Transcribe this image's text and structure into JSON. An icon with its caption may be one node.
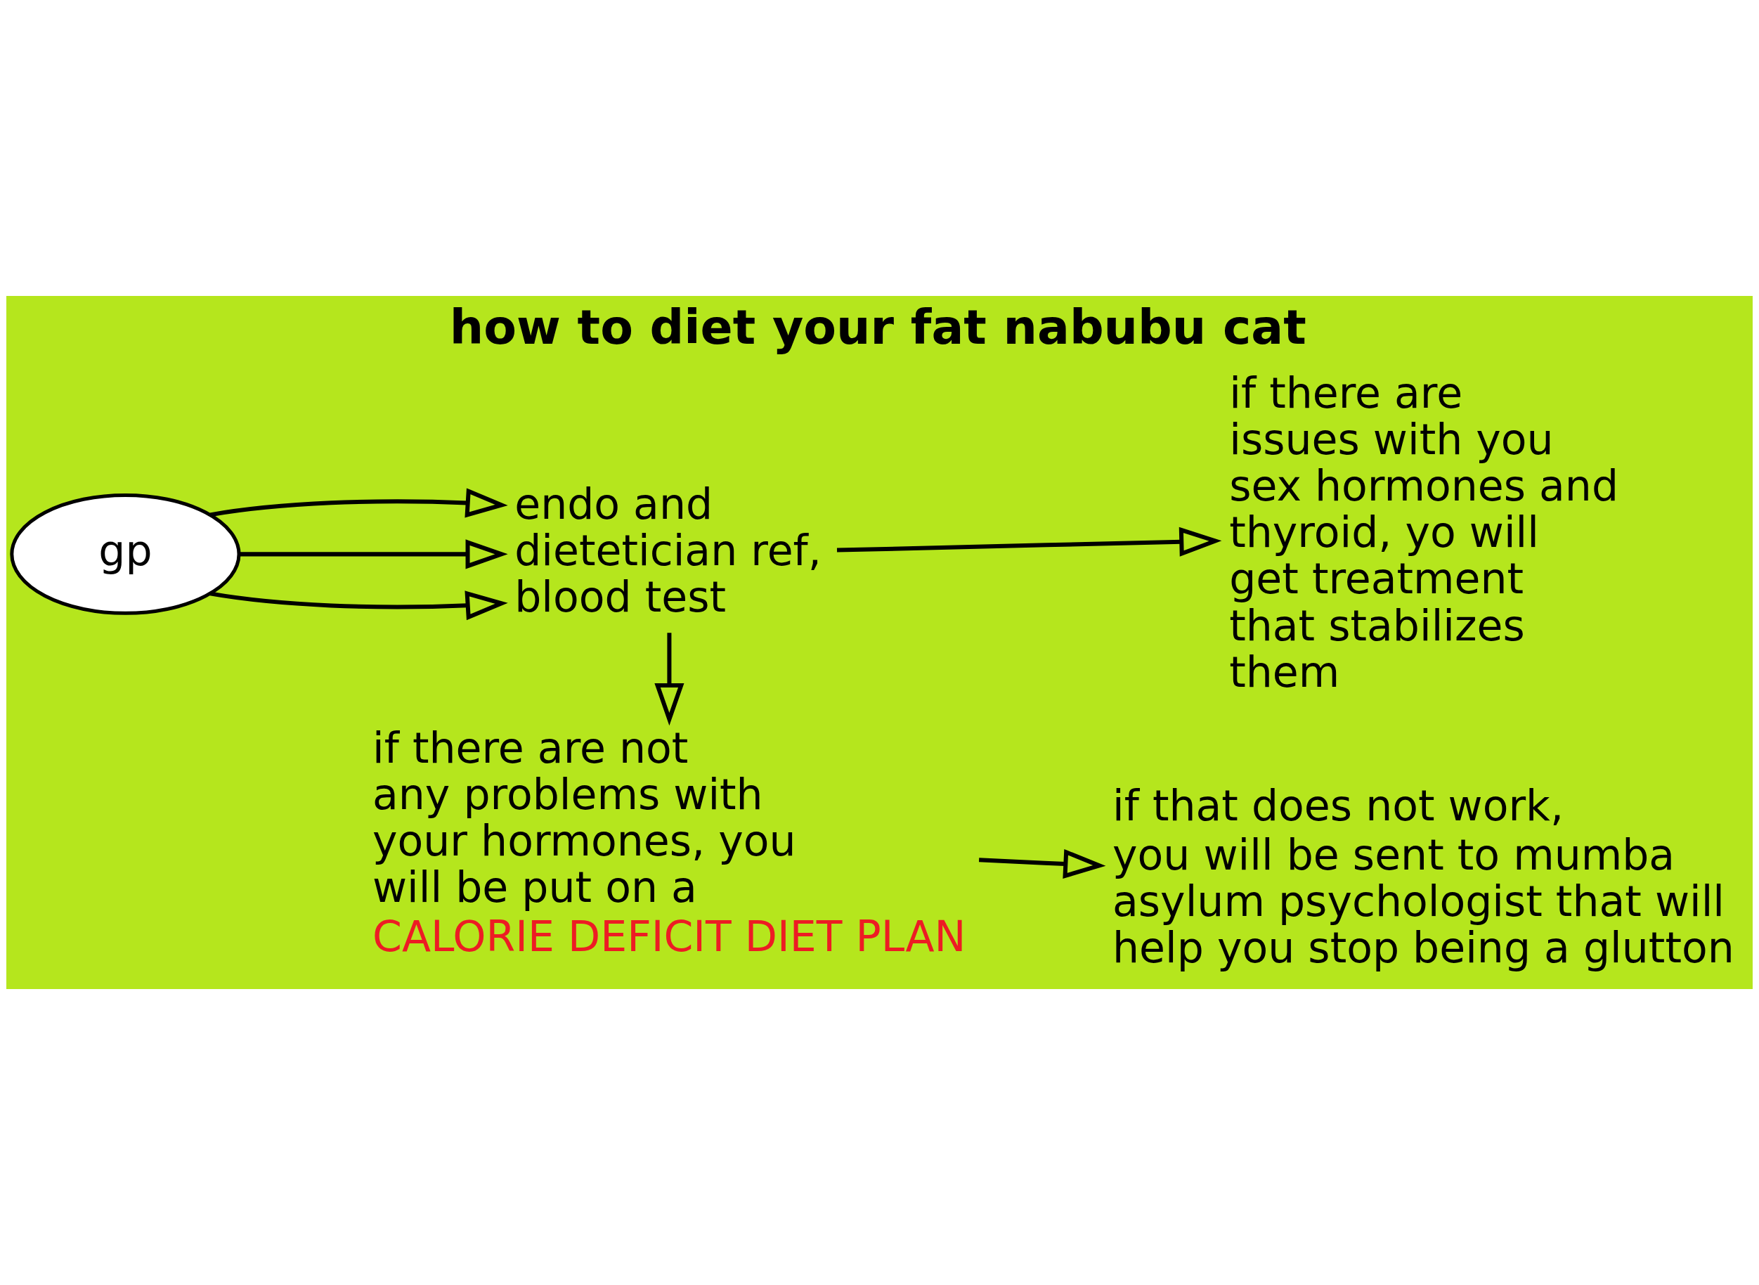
{
  "diagram": {
    "title": "how to diet your fat nabubu cat",
    "nodes": [
      {
        "text": [
          "gp"
        ]
      },
      {
        "text": [
          "endo and dietetician ref, blood test"
        ]
      },
      {
        "text": [
          "if there are issues with you sex hormones and thyroid, yo will get treatment that stabilizes them"
        ]
      },
      {
        "text": [
          "if there are not any problems with your hormones, you will be put on a",
          "CALORIE DEFICIT DIET PLAN"
        ]
      },
      {
        "text": [
          "if that does not work,",
          "you will be sent to mumba asylum psychologist that will help you stop being a glutton"
        ]
      }
    ],
    "edges": [
      {
        "from": 0,
        "to": 1,
        "arrow": "to"
      },
      {
        "from": 0,
        "to": 1,
        "arrow": "to"
      },
      {
        "from": 0,
        "to": 1,
        "arrow": "to"
      },
      {
        "from": 1,
        "to": 2,
        "arrow": "to"
      },
      {
        "from": 1,
        "to": 3,
        "arrow": "to"
      },
      {
        "from": 3,
        "to": 4,
        "arrow": "to"
      }
    ]
  }
}
